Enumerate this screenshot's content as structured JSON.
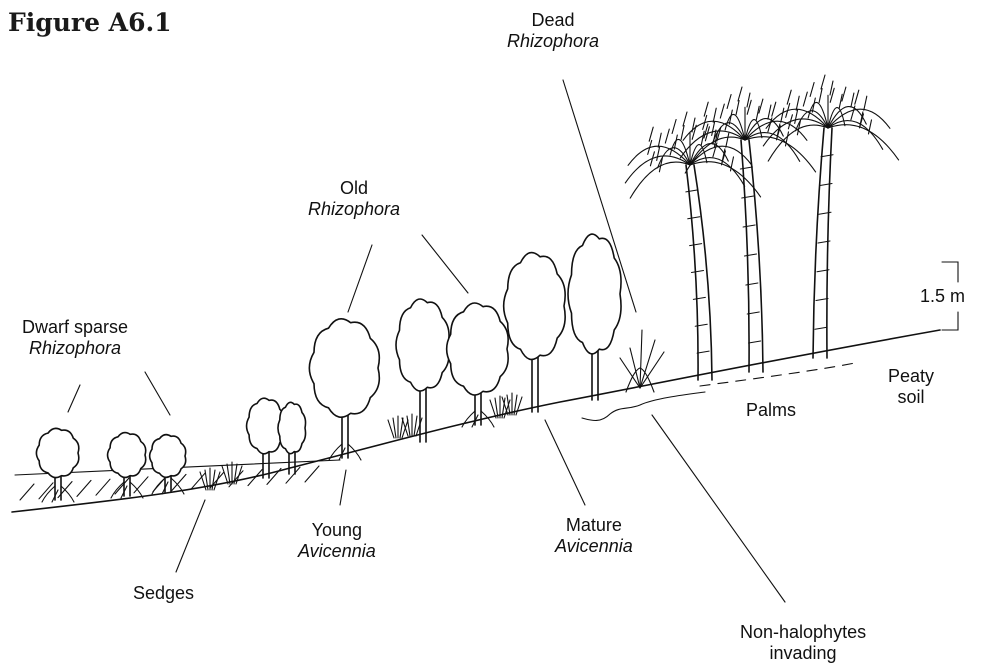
{
  "figure_title": "Figure A6.1",
  "labels": {
    "dwarf_line1": "Dwarf sparse",
    "dwarf_line2": "Rhizophora",
    "old_line1": "Old",
    "old_line2": "Rhizophora",
    "dead_line1": "Dead",
    "dead_line2": "Rhizophora",
    "sedges": "Sedges",
    "young_line1": "Young",
    "young_line2": "Avicennia",
    "mature_line1": "Mature",
    "mature_line2": "Avicennia",
    "palms": "Palms",
    "peaty_line1": "Peaty",
    "peaty_line2": "soil",
    "nonhalo_line1": "Non-halophytes",
    "nonhalo_line2": "invading",
    "scale": "1.5 m"
  }
}
